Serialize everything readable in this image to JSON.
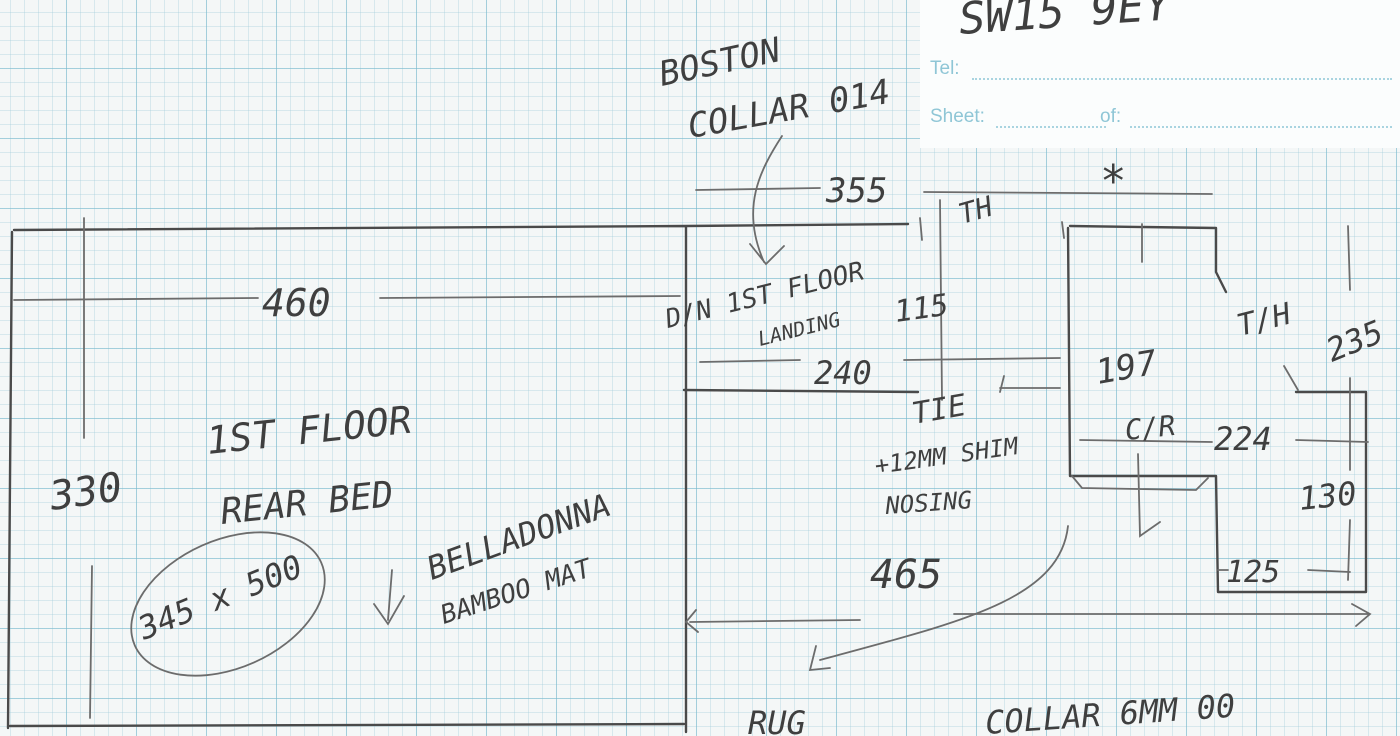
{
  "header": {
    "postcode": "SW15 9EY",
    "tel_label": "Tel:",
    "sheet_label": "Sheet:",
    "of_label": "of:"
  },
  "notes": {
    "dim_355": "355",
    "asterisk": "*",
    "th_top": "TH",
    "boston_line1": "BOSTON",
    "boston_line2": "COLLAR 014",
    "dim_460": "460",
    "din_1st_floor": "D/N 1ST FLOOR",
    "landing": "LANDING",
    "dim_115": "115",
    "th_right": "T/H",
    "dim_235": "235",
    "dim_240": "240",
    "dim_197": "197",
    "tie": "TIE",
    "shim": "+12MM SHIM",
    "nosing": "NOSING",
    "cr": "C/R",
    "dim_224": "224",
    "dim_130": "130",
    "room_line1": "1ST FLOOR",
    "room_line2": "REAR BED",
    "dim_330": "330",
    "dim_345x500": "345 x 500",
    "belladonna": "BELLADONNA",
    "bamboo_mat": "BAMBOO MAT",
    "dim_465": "465",
    "dim_125": "125",
    "bottom_left": "RUG",
    "bottom_right": "COLLAR 6MM 00"
  }
}
